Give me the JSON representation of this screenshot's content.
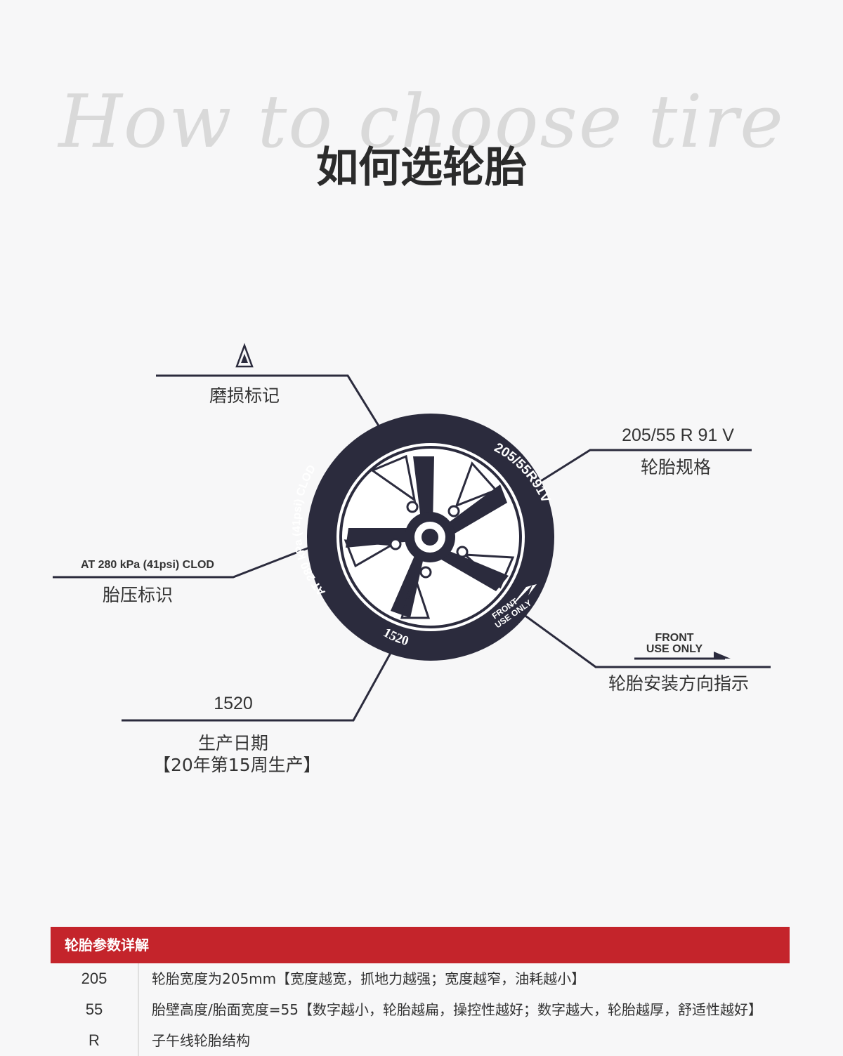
{
  "header": {
    "bg_title": "How to choose tire",
    "title": "如何选轮胎"
  },
  "diagram": {
    "wear_mark": {
      "label": "磨损标记"
    },
    "spec": {
      "code": "205/55 R 91 V",
      "label": "轮胎规格",
      "tire_text": "205/55R91V"
    },
    "pressure": {
      "code": "AT 280 kPa (41psi) CLOD",
      "label": "胎压标识",
      "tire_text": "AT 280 kPa (41psi) CLOD"
    },
    "direction": {
      "line1": "FRONT",
      "line2": "USE ONLY",
      "label": "轮胎安装方向指示",
      "tire_line1": "FRONT",
      "tire_line2": "USE ONLY"
    },
    "date": {
      "code": "1520",
      "label": "生产日期",
      "note": "【20年第15周生产】",
      "tire_text": "1520"
    },
    "colors": {
      "tire": "#2b2b3d",
      "line": "#2b2b3d",
      "text": "#333333"
    }
  },
  "params": {
    "header": "轮胎参数详解",
    "header_color": "#c4242b",
    "rows": [
      {
        "key": "205",
        "value": "轮胎宽度为205mm【宽度越宽，抓地力越强；宽度越窄，油耗越小】"
      },
      {
        "key": "55",
        "value": "胎壁高度/胎面宽度=55【数字越小，轮胎越扁，操控性越好；数字越大，轮胎越厚，舒适性越好】"
      },
      {
        "key": "R",
        "value": "子午线轮胎结构"
      }
    ]
  }
}
